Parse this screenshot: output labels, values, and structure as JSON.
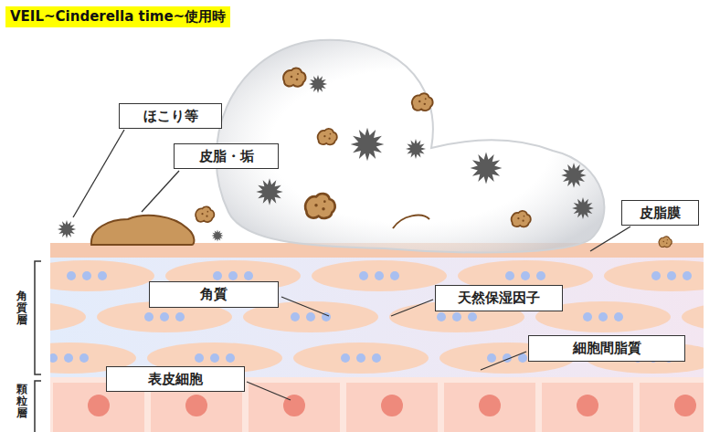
{
  "diagram": {
    "title": "VEIL~Cinderella time~使用時",
    "nodes": [
      {
        "text": [
          "ほこり等"
        ]
      },
      {
        "text": [
          "皮脂・垢"
        ]
      },
      {
        "text": [
          "皮脂膜"
        ]
      },
      {
        "text": [
          "角質"
        ]
      },
      {
        "text": [
          "天然保湿因子"
        ]
      },
      {
        "text": [
          "細胞間脂質"
        ]
      },
      {
        "text": [
          "表皮細胞"
        ]
      }
    ],
    "labels": [
      "角質層",
      "顆粒層"
    ]
  }
}
